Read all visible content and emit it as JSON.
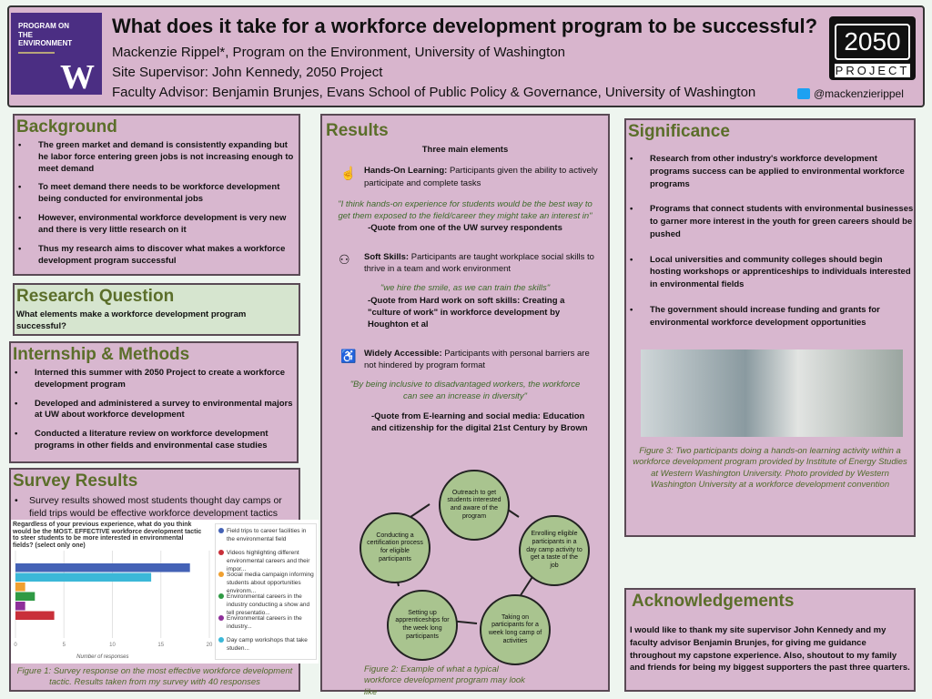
{
  "header": {
    "logo_text": "PROGRAM ON THE ENVIRONMENT",
    "logo_mark": "W",
    "title": "What does it take for a workforce development program to be successful?",
    "author": "Mackenzie Rippel*, Program on the Environment, University of Washington",
    "supervisor": "Site Supervisor: John Kennedy, 2050 Project",
    "advisor": "Faculty Advisor: Benjamin Brunjes, Evans School of Public Policy & Governance, University of Washington",
    "badge_number": "2050",
    "badge_word": "PROJECT",
    "twitter": "@mackenzierippel"
  },
  "background": {
    "title": "Background",
    "items": [
      "The green market and demand is consistently expanding but he labor force entering green jobs is not increasing enough to meet demand",
      "To meet demand there needs to be workforce development being conducted for environmental jobs",
      "However, environmental workforce development is very new and there is very little research on it",
      "Thus my research aims to discover what makes a workforce development program successful"
    ]
  },
  "research_question": {
    "title": "Research Question",
    "text": "What elements make a workforce development program successful?"
  },
  "methods": {
    "title": "Internship & Methods",
    "items": [
      "Interned this summer with 2050 Project to create a workforce development program",
      "Developed and administered a survey to environmental majors at UW about workforce development",
      "Conducted a literature review on workforce development programs in other fields and environmental case studies"
    ]
  },
  "survey": {
    "title": "Survey Results",
    "bullet": "Survey results showed most students thought day camps or field trips would be effective workforce development tactics",
    "caption": "Figure 1: Survey response on the most effective workforce development tactic. Results taken from my survey with 40 responses"
  },
  "chart_data": {
    "type": "bar",
    "title": "Regardless of your previous experience, what do you think would be the MOST. EFFECTIVE workforce development tactic to steer students to be more interested in environmental fields? (select only one)",
    "xlabel": "Number of responses",
    "xlim": [
      0,
      20
    ],
    "xticks": [
      "0",
      "5",
      "10",
      "15",
      "20"
    ],
    "series": [
      {
        "name": "Field trips to career facilities in the environmental field",
        "value": 18,
        "color": "#4462b6"
      },
      {
        "name": "Day camp workshops that take studen...",
        "value": 14,
        "color": "#3bb8d8"
      },
      {
        "name": "Social media campaign informing students about opportunities environm...",
        "value": 1,
        "color": "#f0a030"
      },
      {
        "name": "Environmental careers in the industry conducting a show and tell presentatio...",
        "value": 2,
        "color": "#2f9a44"
      },
      {
        "name": "Environmental careers in the industry...",
        "value": 1,
        "color": "#8e2f9a"
      },
      {
        "name": "Videos highlighting different environmental careers and their impor...",
        "value": 4,
        "color": "#c9303a"
      }
    ],
    "legend_order": [
      0,
      5,
      2,
      3,
      4,
      1
    ]
  },
  "results": {
    "title": "Results",
    "subtitle": "Three main elements",
    "hands_label": "Hands-On Learning:",
    "hands_text": "Participants given the ability to actively participate and complete tasks",
    "hands_quote": "\"I think hands-on experience for students would be the best way to get them exposed to the field/career they might take an interest in\"",
    "hands_src": "-Quote from one of the UW survey respondents",
    "soft_label": "Soft Skills:",
    "soft_text": "Participants are taught workplace social skills to thrive in a team and work environment",
    "soft_quote": "\"we hire the smile, as we can train the skills\"",
    "soft_src": "-Quote from Hard work on soft skills: Creating a \"culture of work\" in workforce development by Houghton et al",
    "access_label": "Widely Accessible:",
    "access_text": "Participants with personal barriers are not hindered by program format",
    "access_quote": "\"By being inclusive to disadvantaged workers, the workforce can see an increase in diversity\"",
    "access_src": "-Quote from E-learning and social media: Education and citizenship for the digital 21st Century by Brown",
    "cycle": [
      "Outreach to get students interested and aware of the program",
      "Enrolling eligible participants in a day camp activity to get a taste of the job",
      "Taking on participants for a week long camp of activities",
      "Setting up apprenticeships for the week long participants",
      "Conducting a certification process for eligible participants"
    ],
    "caption": "Figure 2: Example of what a typical workforce development program may look like"
  },
  "significance": {
    "title": "Significance",
    "items": [
      "Research from other industry's workforce development programs success  can be applied to environmental workforce programs",
      "Programs that connect students with environmental businesses to garner more interest in the youth for green careers should be pushed",
      "Local universities and community colleges should begin hosting workshops or apprenticeships to individuals interested in environmental fields",
      "The government should increase funding and grants for environmental workforce development opportunities"
    ],
    "caption": "Figure 3: Two participants doing a hands-on learning activity within a workforce development program provided by Institute of Energy Studies at Western Washington University. Photo provided by Western Washington University at a workforce development convention"
  },
  "acknowledgements": {
    "title": "Acknowledgements",
    "text": "I would like to thank my site supervisor John Kennedy and my faculty advisor Benjamin Brunjes, for giving me guidance throughout my capstone experience. Also, shoutout to my family and friends for being my biggest supporters the past three quarters."
  }
}
